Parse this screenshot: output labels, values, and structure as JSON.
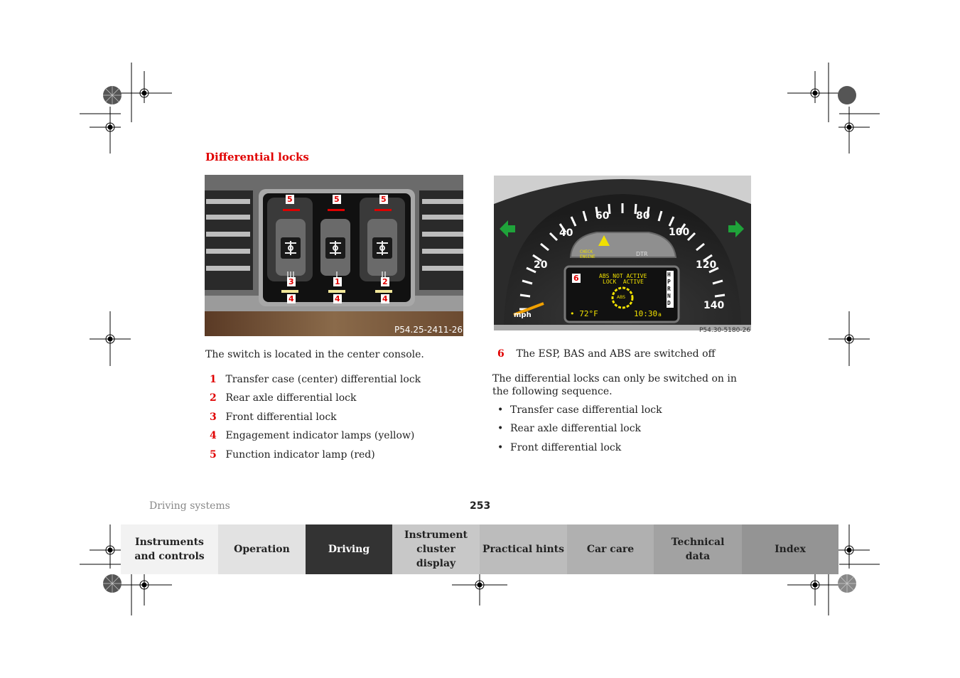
{
  "section_title": "Differential locks",
  "figure1": {
    "caption": "P54.25-2411-26",
    "callouts": {
      "top": [
        "5",
        "5",
        "5"
      ],
      "mid": [
        "3",
        "1",
        "2"
      ],
      "bottom": [
        "4",
        "4",
        "4"
      ]
    }
  },
  "figure2": {
    "caption": "P54.30-5180-26",
    "callout": "6",
    "speed_labels": [
      "20",
      "40",
      "60",
      "80",
      "100",
      "120",
      "140"
    ],
    "unit": "mph",
    "warning_check": "CHECK\nENGINE",
    "warning_dtr": "DTR",
    "display_line1": "ABS NOT ACTIVE",
    "display_line2": "LOCK  ACTIVE",
    "display_badge": "ABS",
    "display_temp": "• 72°F",
    "display_time": "10:30",
    "display_time_suffix": "a",
    "gears": "HPRND"
  },
  "intro": "The switch is located in the center console.",
  "left_items": [
    {
      "num": "1",
      "text": "Transfer case (center) differential lock"
    },
    {
      "num": "2",
      "text": "Rear axle differential lock"
    },
    {
      "num": "3",
      "text": "Front differential lock"
    },
    {
      "num": "4",
      "text": "Engagement indicator lamps (yellow)"
    },
    {
      "num": "5",
      "text": "Function indicator lamp (red)"
    }
  ],
  "right_item": {
    "num": "6",
    "text": "The ESP, BAS and ABS are switched off"
  },
  "sequence_text": "The differential locks can only be switched on in the following sequence.",
  "bullets": [
    "Transfer case differential lock",
    "Rear axle differential lock",
    "Front differential lock"
  ],
  "bullet_symbol": "•",
  "footer": {
    "section": "Driving systems",
    "page": "253"
  },
  "nav": [
    {
      "label": "Instruments and controls",
      "color": "#f2f2f2"
    },
    {
      "label": "Operation",
      "color": "#e2e2e2"
    },
    {
      "label": "Driving",
      "color": "#333333"
    },
    {
      "label": "Instrument cluster display",
      "color": "#c8c8c8"
    },
    {
      "label": "Practical hints",
      "color": "#bcbcbc"
    },
    {
      "label": "Car care",
      "color": "#b0b0b0"
    },
    {
      "label": "Technical data",
      "color": "#a2a2a2"
    },
    {
      "label": "Index",
      "color": "#949494"
    }
  ],
  "colors": {
    "accent": "#e00000",
    "yellow_lamp": "#f2e79a",
    "display_yellow": "#f0e000",
    "arrow_green": "#1fa33a"
  }
}
